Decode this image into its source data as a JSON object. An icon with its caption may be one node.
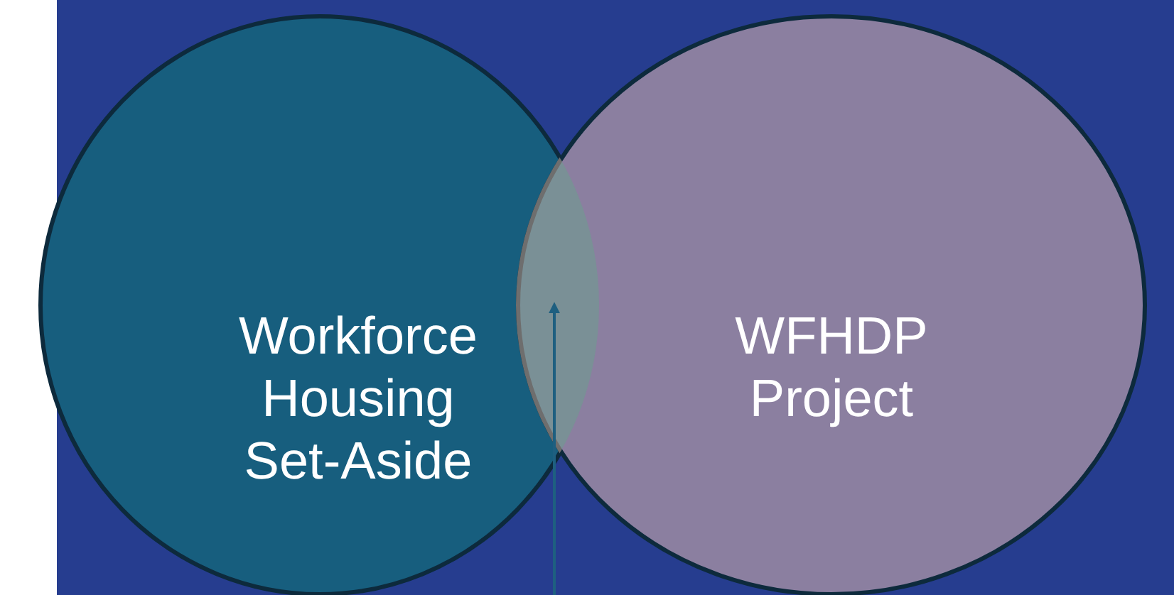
{
  "diagram": {
    "nodes": [
      {
        "text": [
          "Workforce Housing Set-Aside"
        ]
      },
      {
        "text": [
          "WFHDP Project"
        ]
      },
      {
        "text": [],
        "shape": "lens"
      }
    ],
    "edges": [
      {
        "from": null,
        "to": 2,
        "arrow": "to"
      }
    ]
  }
}
